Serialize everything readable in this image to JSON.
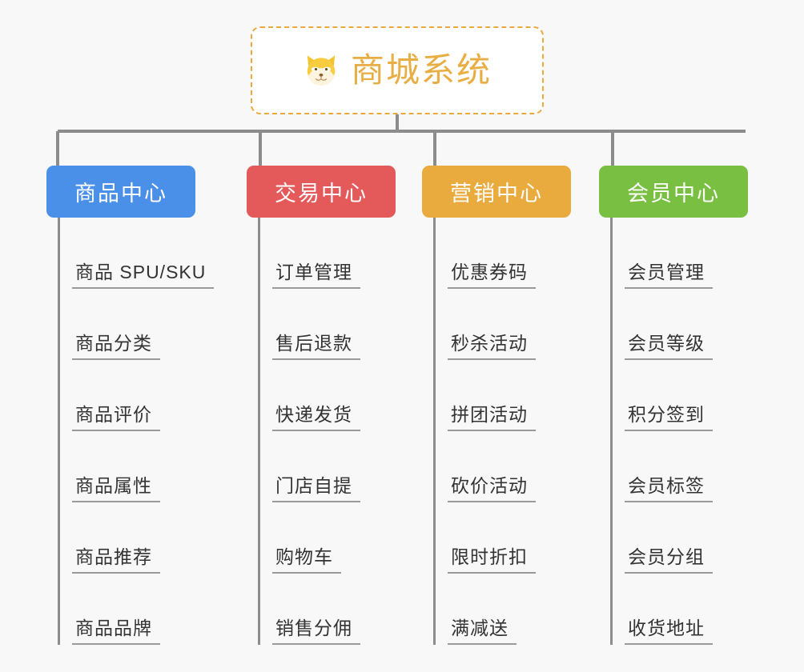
{
  "background_color": "#f8f8f8",
  "root": {
    "icon": "shiba-dog-face-icon",
    "title": "商城系统",
    "title_color": "#e8ae44",
    "border_color": "#e9a93e"
  },
  "connector_color": "#8c8c8c",
  "branches": [
    {
      "id": "product-center",
      "label": "商品中心",
      "color": "#4a90e8",
      "items": [
        "商品 SPU/SKU",
        "商品分类",
        "商品评价",
        "商品属性",
        "商品推荐",
        "商品品牌"
      ]
    },
    {
      "id": "trade-center",
      "label": "交易中心",
      "color": "#e4595a",
      "items": [
        "订单管理",
        "售后退款",
        "快递发货",
        "门店自提",
        "购物车",
        "销售分佣"
      ]
    },
    {
      "id": "marketing-center",
      "label": "营销中心",
      "color": "#eaab3e",
      "items": [
        "优惠券码",
        "秒杀活动",
        "拼团活动",
        "砍价活动",
        "限时折扣",
        "满减送"
      ]
    },
    {
      "id": "member-center",
      "label": "会员中心",
      "color": "#79c042",
      "items": [
        "会员管理",
        "会员等级",
        "积分签到",
        "会员标签",
        "会员分组",
        "收货地址"
      ]
    }
  ]
}
